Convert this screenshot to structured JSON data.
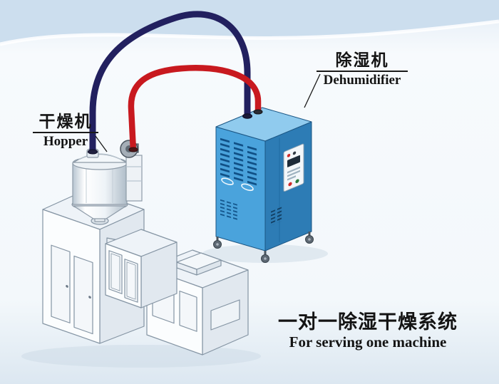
{
  "labels": {
    "hopper": {
      "zh": "干燥机",
      "en": "Hopper"
    },
    "dehumidifier": {
      "zh": "除湿机",
      "en": "Dehumidifier"
    }
  },
  "caption": {
    "zh": "一对一除湿干燥系统",
    "en": "For serving one machine"
  },
  "colors": {
    "pipe_red": "#c8191f",
    "pipe_navy": "#22205f",
    "cabinet_front": "#4aa3dc",
    "cabinet_side": "#2d7cb5",
    "cabinet_top": "#90cbee",
    "top_band": "#ccdeee"
  }
}
